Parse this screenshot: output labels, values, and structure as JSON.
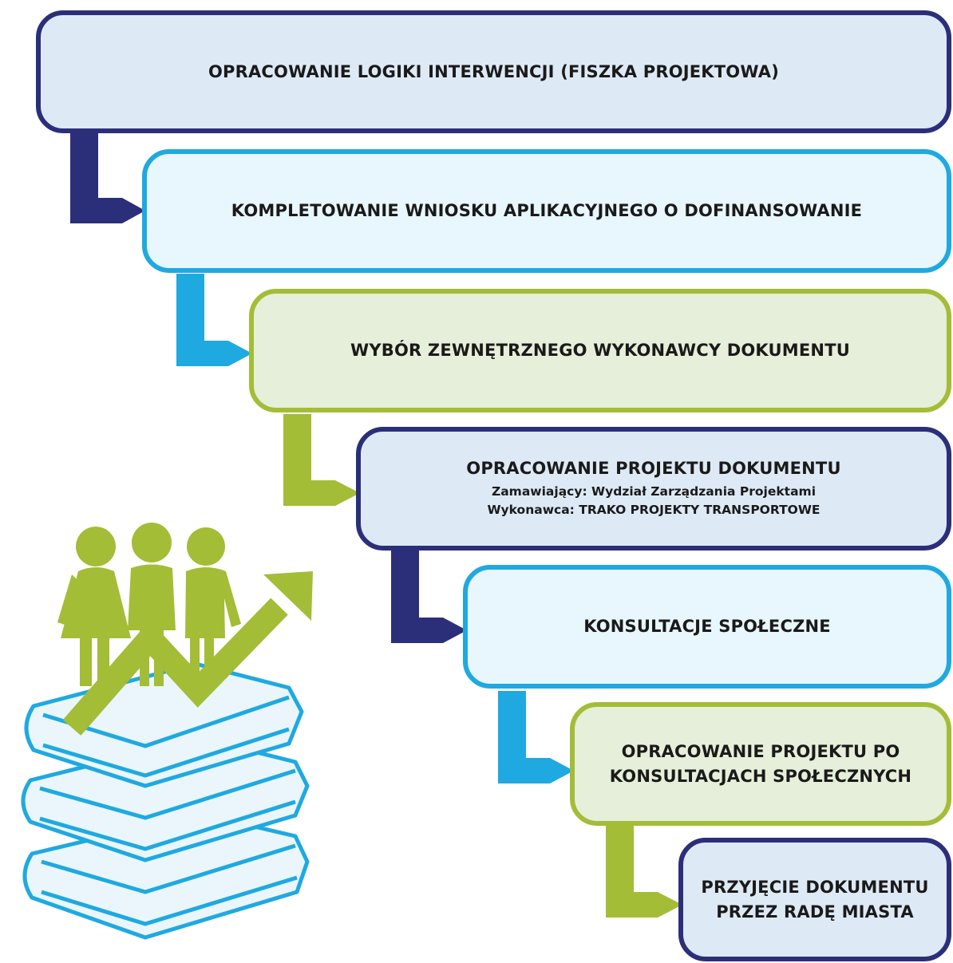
{
  "steps": [
    {
      "title": "OPRACOWANIE LOGIKI INTERWENCJI (FISZKA PROJEKTOWA)",
      "style": "navy"
    },
    {
      "title": "KOMPLETOWANIE WNIOSKU APLIKACYJNEGO O DOFINANSOWANIE",
      "style": "cyan"
    },
    {
      "title": "WYBÓR ZEWNĘTRZNEGO WYKONAWCY DOKUMENTU",
      "style": "green"
    },
    {
      "title": "OPRACOWANIE PROJEKTU DOKUMENTU",
      "line2": "Zamawiający: Wydział Zarządzania Projektami",
      "line3": "Wykonawca: TRAKO PROJEKTY TRANSPORTOWE",
      "style": "navy"
    },
    {
      "title": "KONSULTACJE SPOŁECZNE",
      "style": "cyan"
    },
    {
      "title": "OPRACOWANIE PROJEKTU PO",
      "line2": "KONSULTACJACH SPOŁECZNYCH",
      "style": "green"
    },
    {
      "title": "PRZYJĘCIE DOKUMENTU",
      "line2": "PRZEZ RADĘ MIASTA",
      "style": "navy"
    }
  ],
  "colors": {
    "navy": "#2b2f7a",
    "cyan": "#1fa9e1",
    "green": "#a3bd37",
    "navy_fill": "#dee9f6",
    "cyan_fill": "#e8f6fd",
    "green_fill": "#e5efd9"
  },
  "illustration": {
    "icons": [
      "people-icon",
      "growth-arrow-icon",
      "books-stack-icon"
    ]
  }
}
